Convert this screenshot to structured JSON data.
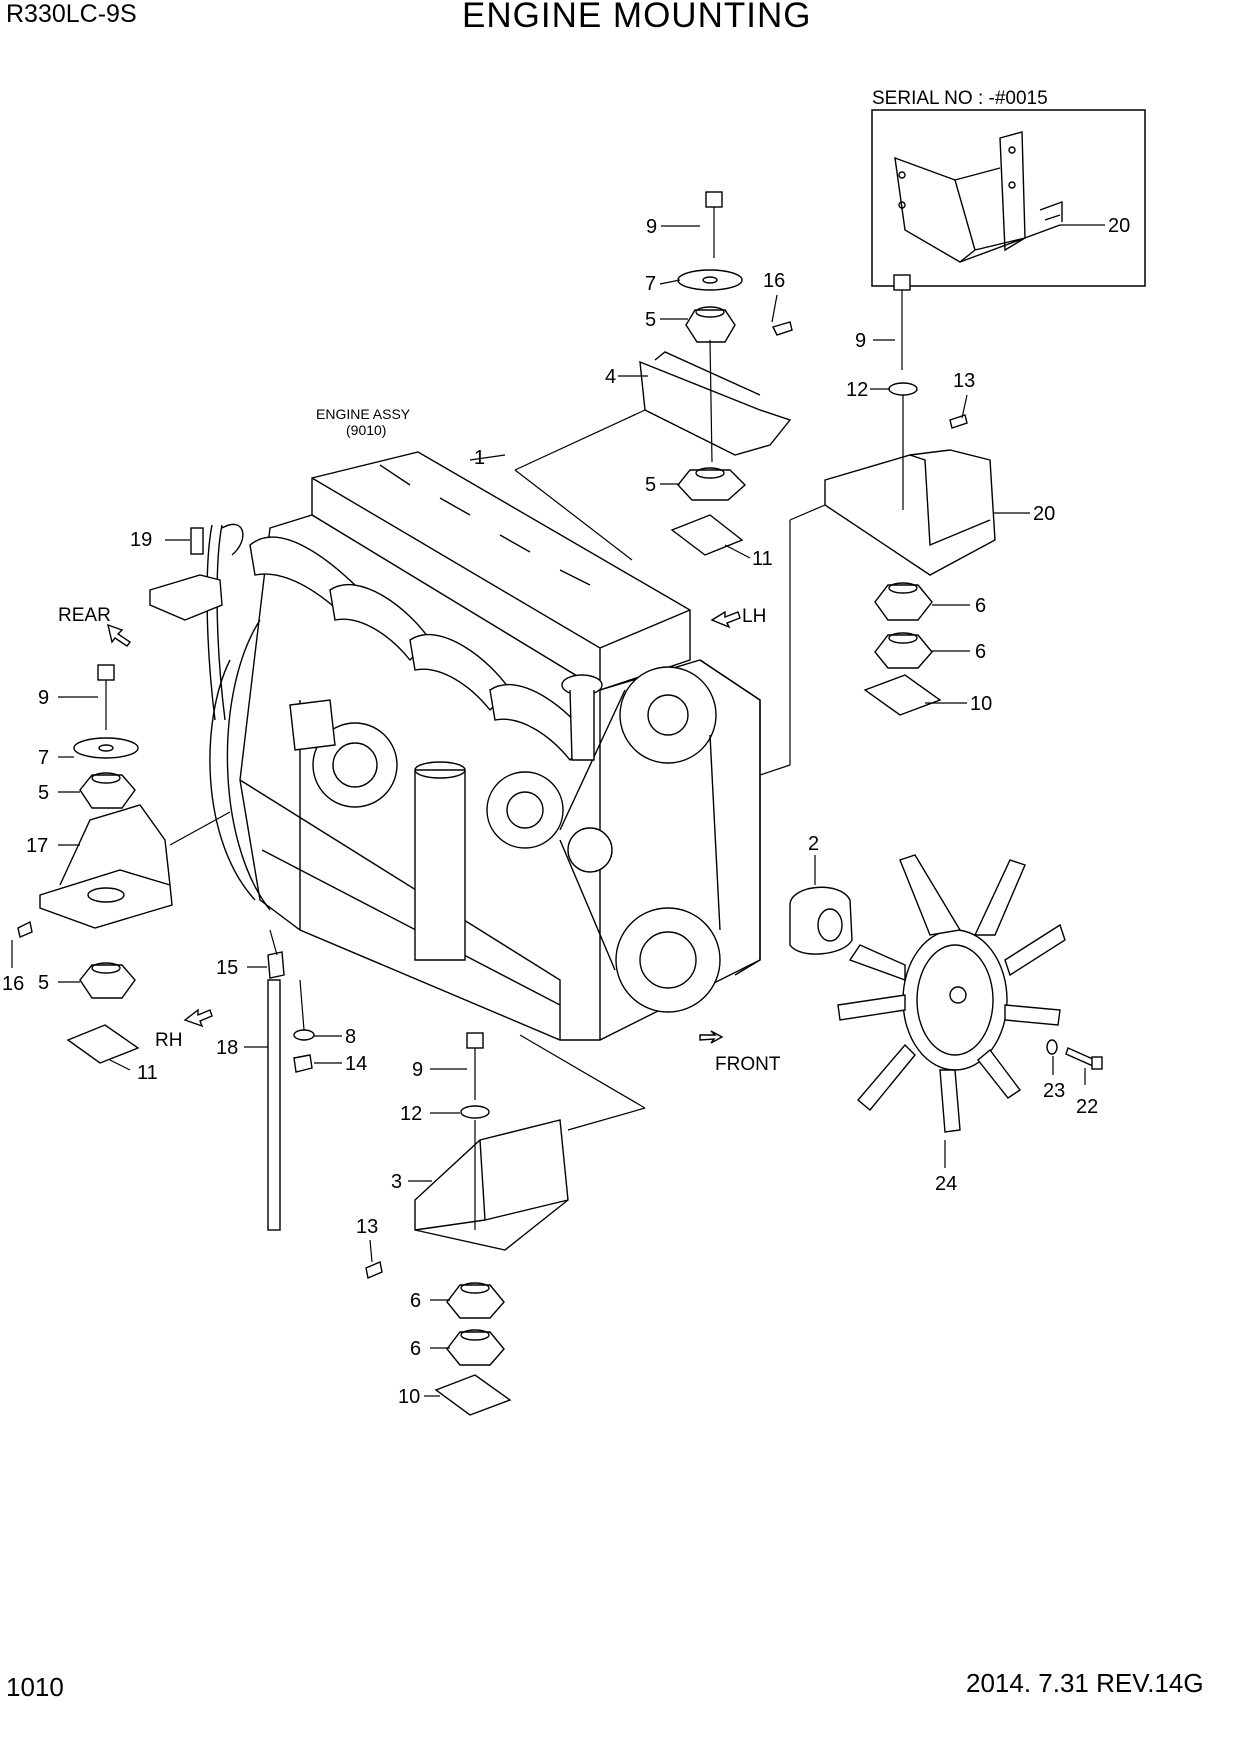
{
  "header": {
    "model": "R330LC-9S",
    "title": "ENGINE MOUNTING"
  },
  "footer": {
    "page_number": "1010",
    "date_revision": "2014. 7.31  REV.14G"
  },
  "inset": {
    "label": "SERIAL NO : -#0015",
    "callout": "20"
  },
  "engine_label": {
    "line1": "ENGINE ASSY",
    "line2": "(9010)"
  },
  "directions": {
    "rear": "REAR",
    "lh": "LH",
    "rh": "RH",
    "front": "FRONT"
  },
  "callouts": {
    "c1": "1",
    "c2": "2",
    "c3": "3",
    "c4": "4",
    "c5a": "5",
    "c5b": "5",
    "c5c": "5",
    "c5d": "5",
    "c6a": "6",
    "c6b": "6",
    "c6c": "6",
    "c6d": "6",
    "c7a": "7",
    "c7b": "7",
    "c8": "8",
    "c9a": "9",
    "c9b": "9",
    "c9c": "9",
    "c9d": "9",
    "c10a": "10",
    "c10b": "10",
    "c11a": "11",
    "c11b": "11",
    "c12a": "12",
    "c12b": "12",
    "c13a": "13",
    "c13b": "13",
    "c14": "14",
    "c15": "15",
    "c16a": "16",
    "c16b": "16",
    "c17": "17",
    "c18": "18",
    "c19": "19",
    "c20": "20",
    "c22": "22",
    "c23": "23",
    "c24": "24"
  }
}
